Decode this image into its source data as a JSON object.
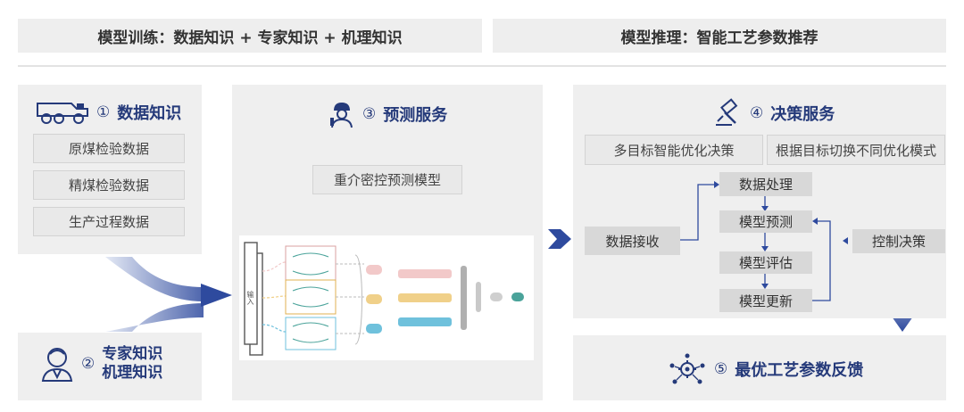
{
  "headers": {
    "left": "模型训练：数据知识 + 专家知识 + 机理知识",
    "right": "模型推理：智能工艺参数推荐"
  },
  "panel1": {
    "num": "①",
    "title": "数据知识",
    "items": [
      "原煤检验数据",
      "精煤检验数据",
      "生产过程数据"
    ]
  },
  "panel2": {
    "num": "②",
    "line1": "专家知识",
    "line2": "机理知识"
  },
  "panel3": {
    "num": "③",
    "title": "预测服务",
    "model": "重介密控预测模型",
    "nn_label": "输入"
  },
  "panel4": {
    "num": "④",
    "title": "决策服务",
    "opt1": "多目标智能优化决策",
    "opt2": "根据目标切换不同优化模式",
    "receive": "数据接收",
    "flow": [
      "数据处理",
      "模型预测",
      "模型评估",
      "模型更新"
    ],
    "control": "控制决策"
  },
  "panel5": {
    "num": "⑤",
    "title": "最优工艺参数反馈"
  },
  "colors": {
    "accent": "#253a7a",
    "arrow": "#2e4a9e",
    "panel": "#efefef",
    "nn_pink": "#f2c9c9",
    "nn_yellow": "#f0d089",
    "nn_blue": "#6fc1dc",
    "nn_teal": "#4aa39a"
  }
}
